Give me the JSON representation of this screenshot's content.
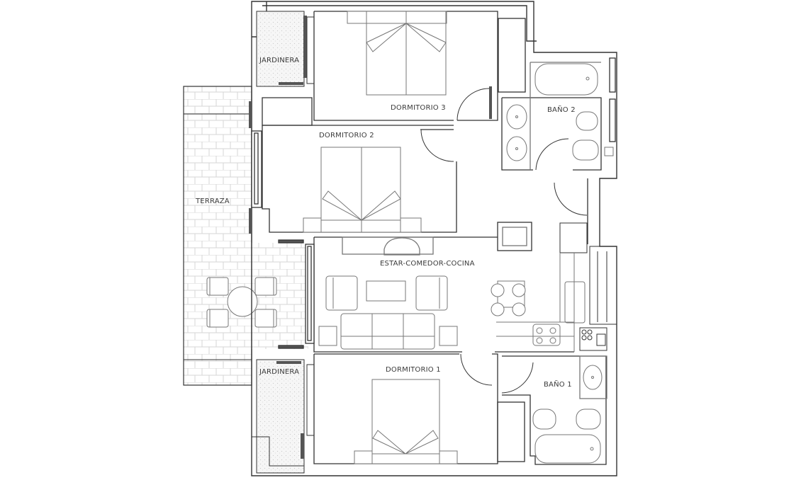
{
  "plan": {
    "type": "floor-plan",
    "line_color": "#333333",
    "furniture_color": "#6a6a6a",
    "tile_color": "#d8d8d8",
    "window_fill": "#555555",
    "rooms": [
      {
        "id": "dormitorio-3",
        "label": "DORMITORIO 3"
      },
      {
        "id": "dormitorio-2",
        "label": "DORMITORIO 2"
      },
      {
        "id": "dormitorio-1",
        "label": "DORMITORIO 1"
      },
      {
        "id": "bano-2",
        "label": "BAÑO 2"
      },
      {
        "id": "bano-1",
        "label": "BAÑO 1"
      },
      {
        "id": "estar-comedor-cocina",
        "label": "ESTAR-COMEDOR-COCINA"
      },
      {
        "id": "terraza",
        "label": "TERRAZA"
      },
      {
        "id": "jardinera-top",
        "label": "JARDINERA"
      },
      {
        "id": "jardinera-bottom",
        "label": "JARDINERA"
      }
    ]
  }
}
